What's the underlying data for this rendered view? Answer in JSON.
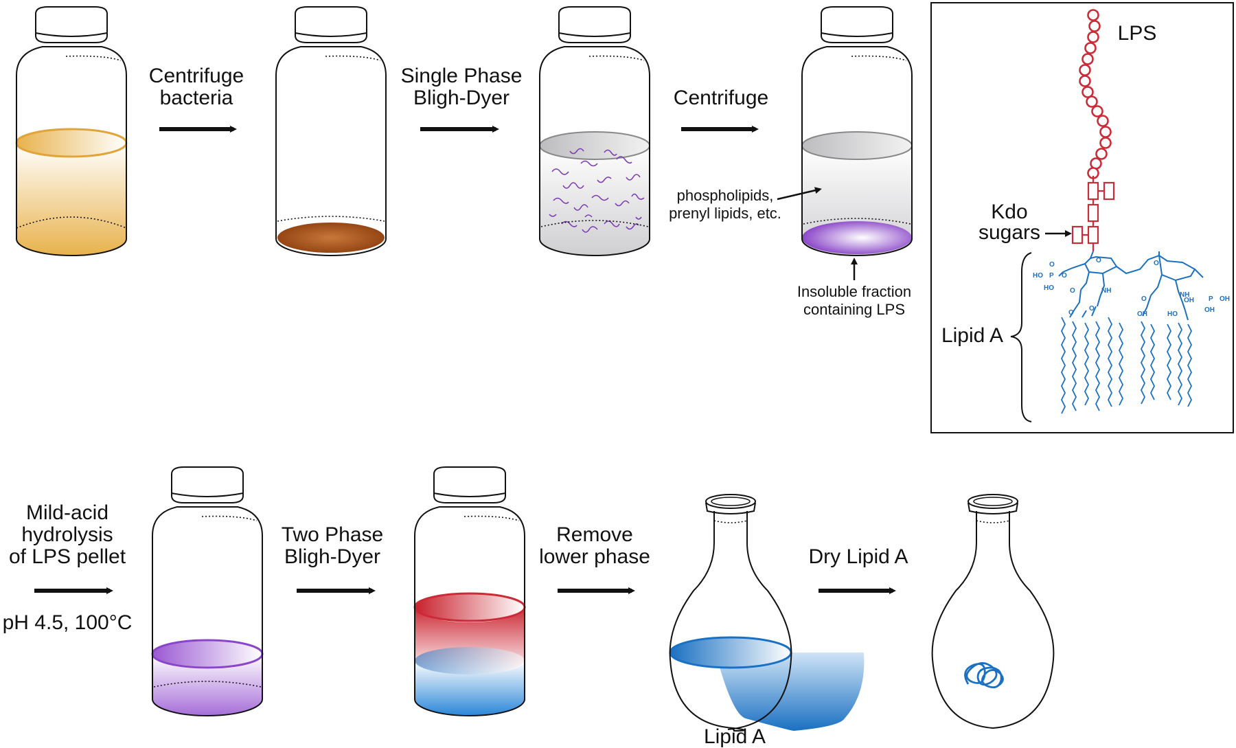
{
  "colors": {
    "broth": "#e8b24c",
    "pellet": "#9a4a14",
    "purple": "#8a46c8",
    "red": "#cc2a36",
    "blue": "#1a70c2",
    "ink": "#111111"
  },
  "steps": {
    "s1": {
      "line1": "Centrifuge",
      "line2": "bacteria"
    },
    "s2": {
      "line1": "Single Phase",
      "line2": "Bligh-Dyer"
    },
    "s3": {
      "line1": "Centrifuge"
    },
    "s4": {
      "line1": "Mild-acid",
      "line2": "hydrolysis",
      "line3": "of LPS pellet",
      "condition": "pH 4.5, 100°C"
    },
    "s5": {
      "line1": "Two Phase",
      "line2": "Bligh-Dyer"
    },
    "s6": {
      "line1": "Remove",
      "line2": "lower phase"
    },
    "s7": {
      "line1": "Dry Lipid A"
    }
  },
  "annotations": {
    "supernatant_line1": "phospholipids,",
    "supernatant_line2": "prenyl lipids, etc.",
    "pellet_line1": "Insoluble fraction",
    "pellet_line2": "containing LPS",
    "flask_label": "Lipid A"
  },
  "inset": {
    "lps_label": "LPS",
    "kdo_line1": "Kdo",
    "kdo_line2": "sugars",
    "lipid_a_label": "Lipid A",
    "chem_labels": {
      "ho_top": "HO",
      "p_left": "P",
      "o_a": "O",
      "o_b": "O",
      "ho_mid": "HO",
      "o_ring1": "O",
      "o_ring2": "O",
      "nh1": "NH",
      "nh2": "NH",
      "oh_a": "OH",
      "oh_b": "OH",
      "p_right": "P",
      "oh_r1": "OH",
      "oh_r2": "OH",
      "ho_a": "HO",
      "o_ester1": "O",
      "o_ester2": "O",
      "o_ester3": "O",
      "o_ester4": "O"
    }
  }
}
